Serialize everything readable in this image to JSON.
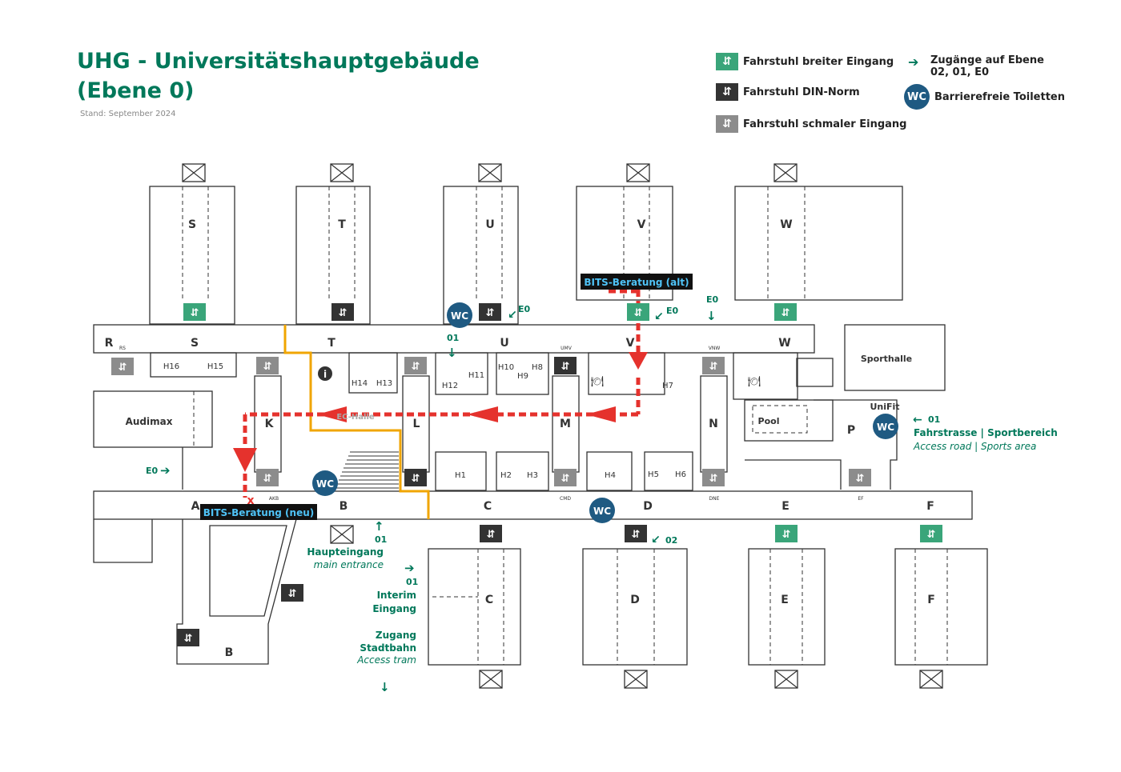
{
  "title_line1": "UHG - Universitätshauptgebäude",
  "title_line2": "(Ebene 0)",
  "stand": "Stand: September 2024",
  "colors": {
    "green": "#00785a",
    "elev_green": "#3aa57a",
    "elev_black": "#333333",
    "elev_grey": "#8c8c8c",
    "wc": "#1f5a82",
    "route_red": "#e5322d",
    "route_orange": "#f0a500"
  },
  "legend": {
    "wide": "Fahrstuhl breiter Eingang",
    "din": "Fahrstuhl DIN-Norm",
    "narrow": "Fahrstuhl schmaler Eingang",
    "access": "Zugänge auf Ebene",
    "access2": "02, 01, E0",
    "wc_icon": "WC",
    "wc": "Barrierefreie Toiletten"
  },
  "buildings_top": [
    "S",
    "T",
    "U",
    "V",
    "W"
  ],
  "buildings_bottom": [
    "C",
    "D",
    "E",
    "F"
  ],
  "corridor_top": [
    "R",
    "S",
    "T",
    "U",
    "V",
    "W"
  ],
  "corridor_top_small": {
    "rs": "RS",
    "umv": "UMV",
    "vnw": "VNW"
  },
  "corridor_bottom": [
    "A",
    "B",
    "C",
    "D",
    "E",
    "F"
  ],
  "corridor_bottom_small": {
    "akb": "AKB",
    "cmd": "CMD",
    "dne": "DNE",
    "ef": "EF"
  },
  "halls": [
    "H16",
    "H15",
    "H14",
    "H13",
    "H12",
    "H11",
    "H10",
    "H9",
    "H8",
    "H7",
    "H1",
    "H2",
    "H3",
    "H4",
    "H5",
    "H6"
  ],
  "wings": [
    "K",
    "L",
    "M",
    "N",
    "P"
  ],
  "rooms": {
    "audimax": "Audimax",
    "sporthalle": "Sporthalle",
    "pool": "Pool",
    "unifit": "UniFit",
    "ec_halle": "EC-Halle"
  },
  "bits_alt": "BITS-Beratung (alt)",
  "bits_neu": "BITS-Beratung (neu)",
  "levels": {
    "e0": "E0",
    "l01": "01",
    "l02": "02"
  },
  "haupteingang": "Haupteingang",
  "main_entrance": "main entrance",
  "interim1": "Interim",
  "interim2": "Eingang",
  "zugang1": "Zugang",
  "zugang2": "Stadtbahn",
  "access_tram": "Access tram",
  "fahrstrasse": "Fahrstrasse | Sportbereich",
  "access_road": "Access road | Sports area",
  "lower_b": "B",
  "lower_c": "C"
}
